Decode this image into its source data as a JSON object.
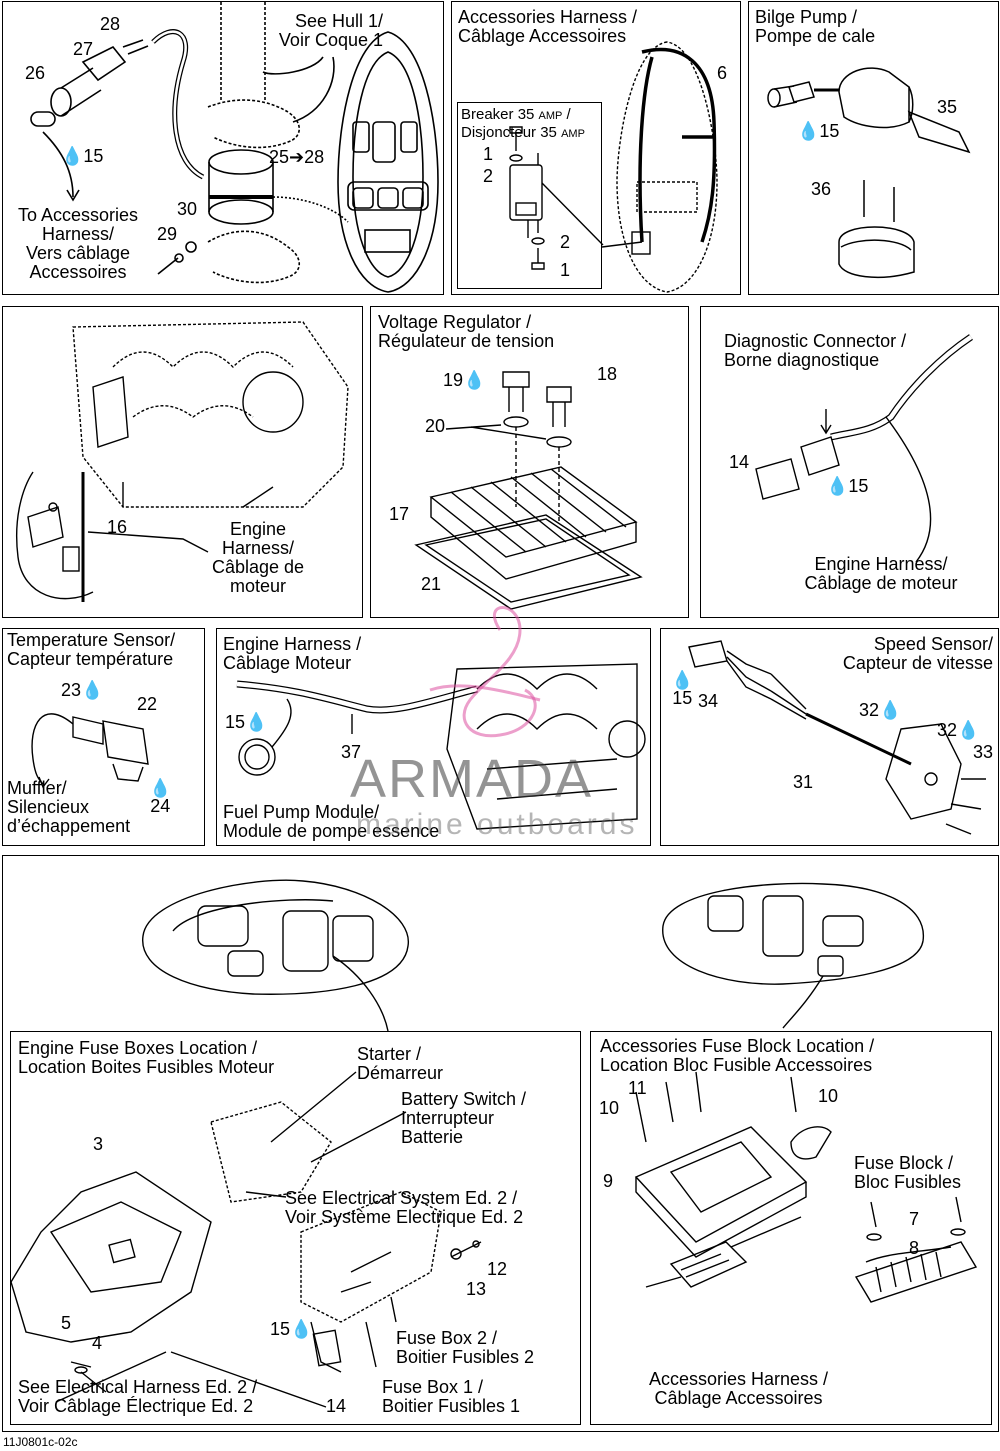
{
  "panels": {
    "p1": {
      "see_hull": "See Hull 1/",
      "voir_coque": "Voir Coque 1",
      "to_acc": "To Accessories",
      "harness": "Harness/",
      "vers": "Vers câblage",
      "acc": "Accessoires",
      "callouts": {
        "c28": "28",
        "c27": "27",
        "c26": "26",
        "c15": "15",
        "c25": "25➔28",
        "c30": "30",
        "c29": "29"
      }
    },
    "p2": {
      "title1": "Accessories Harness /",
      "title2": "Câblage Accessoires",
      "breaker1": "Breaker 35",
      "breaker_amp": "AMP",
      "breaker2": "Disjoncteur 35",
      "callouts": {
        "c6": "6",
        "c1a": "1",
        "c2a": "2",
        "c2b": "2",
        "c1b": "1"
      }
    },
    "p3": {
      "title1": "Bilge Pump /",
      "title2": "Pompe de cale",
      "callouts": {
        "c35": "35",
        "c15": "15",
        "c36": "36"
      }
    },
    "p4": {
      "label1": "Engine",
      "label2": "Harness/",
      "label3": "Câblage de",
      "label4": "moteur",
      "callouts": {
        "c16": "16"
      }
    },
    "p5": {
      "title1": "Voltage Regulator /",
      "title2": "Régulateur de tension",
      "callouts": {
        "c19": "19",
        "c18": "18",
        "c20": "20",
        "c17": "17",
        "c21": "21"
      }
    },
    "p6": {
      "title1": "Diagnostic Connector /",
      "title2": "Borne diagnostique",
      "harness1": "Engine Harness/",
      "harness2": "Câblage de moteur",
      "callouts": {
        "c14": "14",
        "c15": "15"
      }
    },
    "p7": {
      "title1": "Temperature Sensor/",
      "title2": "Capteur température",
      "muffler1": "Muffler/",
      "muffler2": "Silencieux",
      "muffler3": "d’échappement",
      "callouts": {
        "c23": "23",
        "c22": "22",
        "c24": "24"
      }
    },
    "p8": {
      "title1": "Engine Harness /",
      "title2": "Câblage Moteur",
      "fuel1": "Fuel Pump Module/",
      "fuel2": "Module de pompe essence",
      "callouts": {
        "c15": "15",
        "c37": "37"
      }
    },
    "p9": {
      "title1": "Speed Sensor/",
      "title2": "Capteur de vitesse",
      "callouts": {
        "c15": "15",
        "c34": "34",
        "c32a": "32",
        "c32b": "32",
        "c33": "33",
        "c31": "31"
      }
    },
    "p10": {
      "engine_fuse1": "Engine Fuse Boxes Location /",
      "engine_fuse2": "Location Boites Fusibles Moteur",
      "starter1": "Starter /",
      "starter2": "Démarreur",
      "battery1": "Battery Switch /",
      "battery2": "Interrupteur",
      "battery3": "Batterie",
      "see_elec1": "See Electrical System Ed. 2 /",
      "see_elec2": "Voir Système Electrique Ed. 2",
      "fusebox2a": "Fuse Box 2 /",
      "fusebox2b": "Boitier Fusibles 2",
      "fusebox1a": "Fuse Box 1 /",
      "fusebox1b": "Boitier Fusibles 1",
      "see_harn1": "See Electrical Harness Ed. 2 /",
      "see_harn2": "Voir Câblage Électrique Ed. 2",
      "acc_fuse1": "Accessories Fuse Block Location /",
      "acc_fuse2": "Location Bloc Fusible Accessoires",
      "fuse_block1": "Fuse Block /",
      "fuse_block2": "Bloc Fusibles",
      "acc_harn1": "Accessories Harness /",
      "acc_harn2": "Câblage Accessoires",
      "callouts": {
        "c3": "3",
        "c5": "5",
        "c4": "4",
        "c15": "15",
        "c14": "14",
        "c12": "12",
        "c13": "13",
        "c11": "11",
        "c10a": "10",
        "c10b": "10",
        "c9": "9",
        "c7": "7",
        "c8": "8"
      }
    }
  },
  "watermark": {
    "brand": "ARMADA",
    "sub": "marine outboards"
  },
  "figure_code": "11J0801c-02c"
}
